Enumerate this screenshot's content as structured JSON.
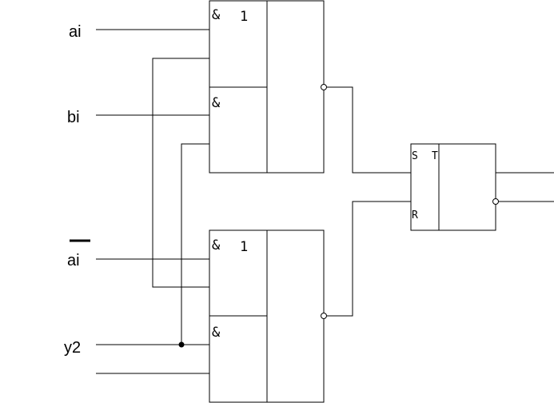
{
  "inputs": {
    "ai": "ai",
    "bi": "bi",
    "ai_inv": "ai",
    "y2": "y2"
  },
  "gates": {
    "upper": {
      "sym_and_top": "&",
      "sym_one": "1",
      "sym_and_bottom": "&"
    },
    "lower": {
      "sym_and_top": "&",
      "sym_one": "1",
      "sym_and_bottom": "&"
    }
  },
  "trigger": {
    "set": "S",
    "type": "T",
    "reset": "R"
  }
}
